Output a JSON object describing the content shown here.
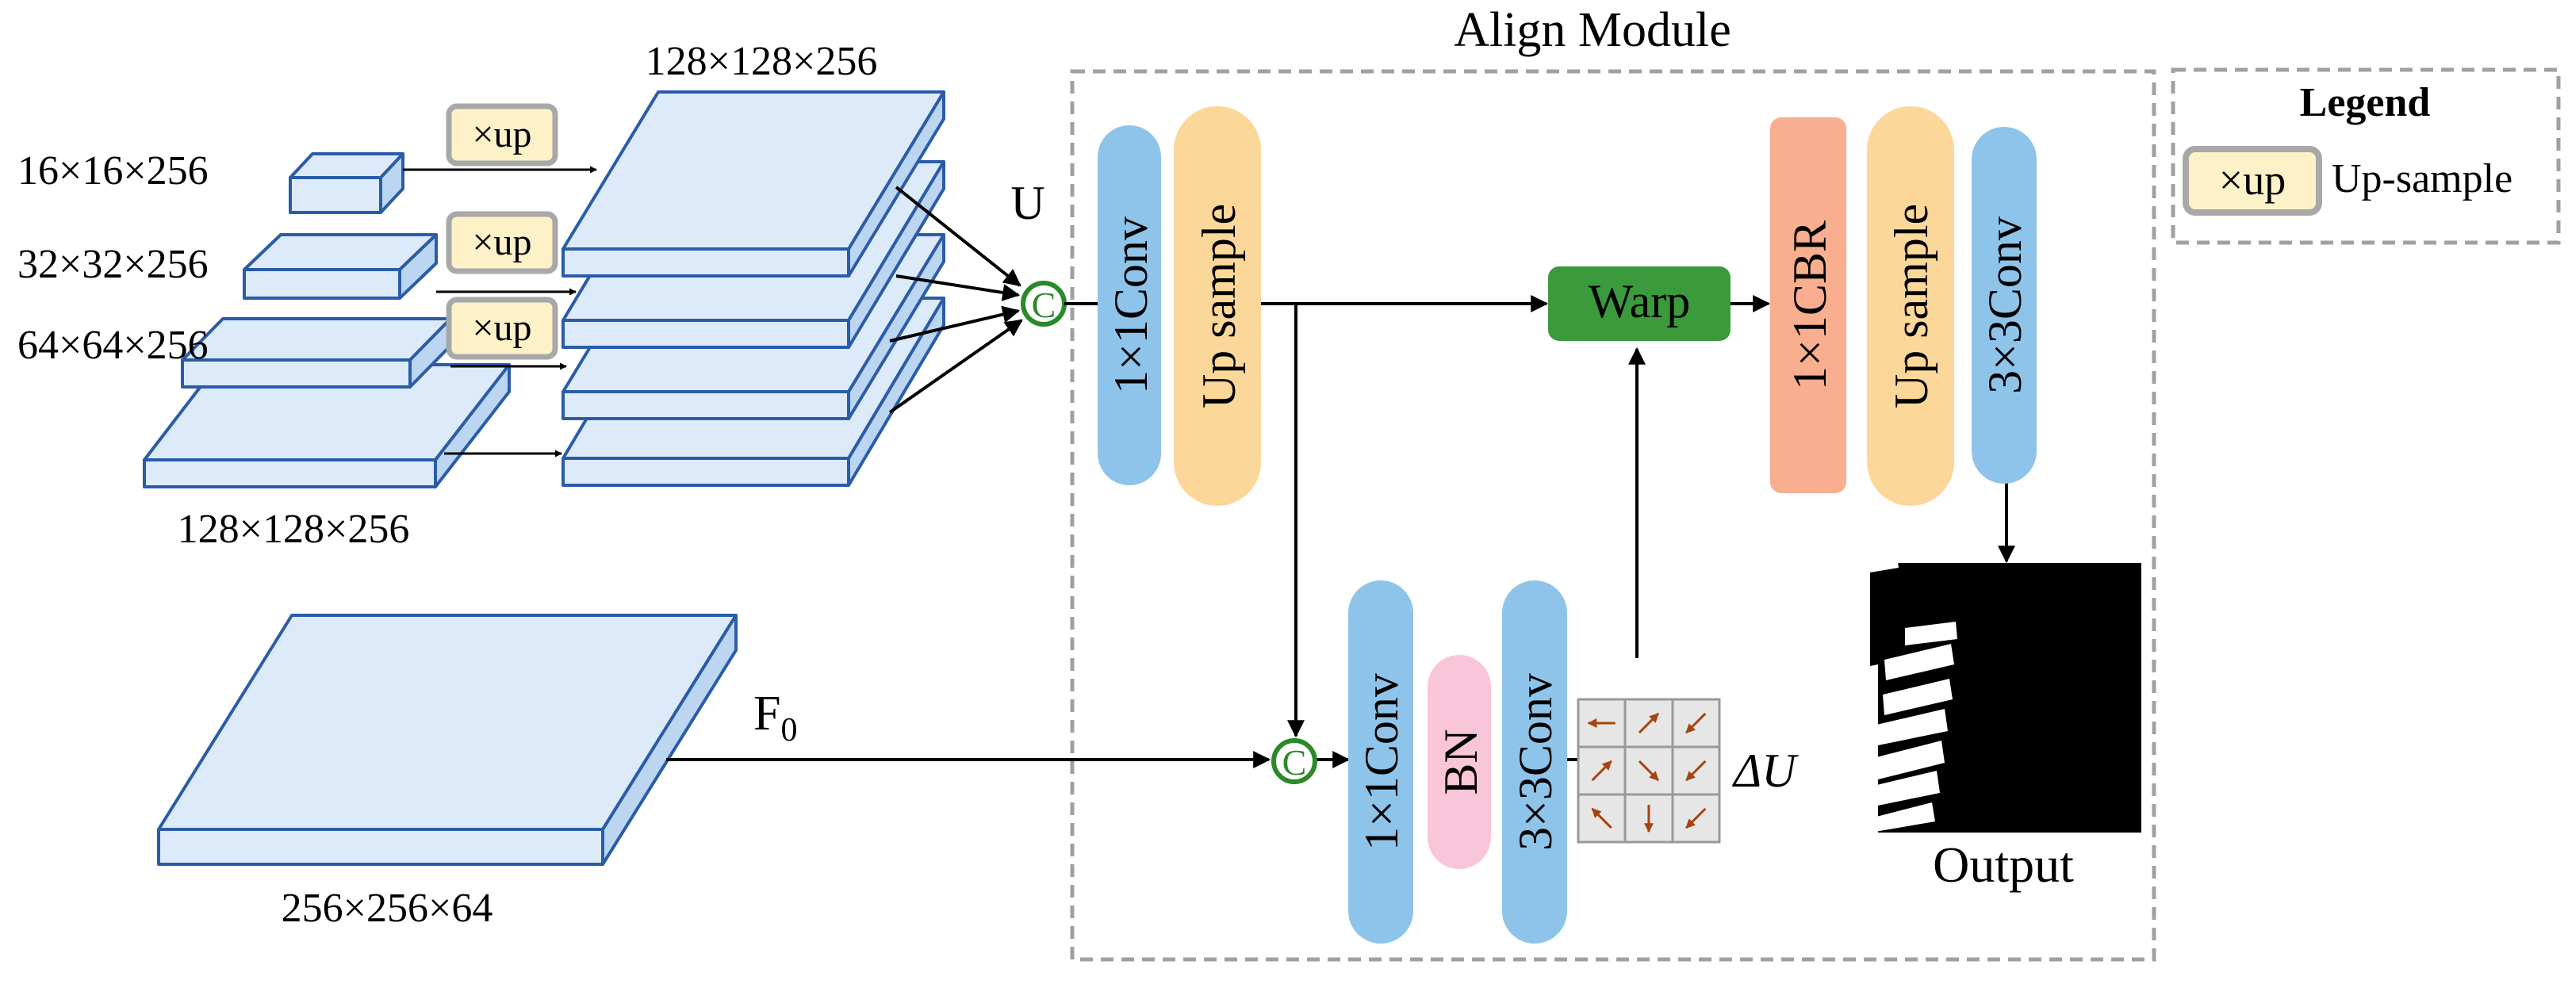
{
  "module": {
    "title": "Align Module"
  },
  "legend": {
    "title": "Legend",
    "badge": "×up",
    "label": "Up-sample"
  },
  "upsample_badge": "×up",
  "features": {
    "top_size": "128×128×256",
    "f16": "16×16×256",
    "f32": "32×32×256",
    "f64": "64×64×256",
    "f128": "128×128×256",
    "u_label": "U",
    "f0_label": "F",
    "f0_sub": "0",
    "f0_size": "256×256×64"
  },
  "concat_symbol": "C",
  "blocks": {
    "conv1x1_top": "1×1Conv",
    "upsample_top": "Up sample",
    "warp": "Warp",
    "cbr": "1×1CBR",
    "upsample_right": "Up sample",
    "conv3x3_right": "3×3Conv",
    "conv1x1_bottom": "1×1Conv",
    "bn": "BN",
    "conv3x3_bottom": "3×3Conv"
  },
  "flow": {
    "label": "ΔU",
    "arrows": [
      "←",
      "↗",
      "↙",
      "↗",
      "↘",
      "↙",
      "↖",
      "↓",
      "↙"
    ]
  },
  "output": {
    "label": "Output"
  },
  "colors": {
    "slab_fill": "#dceafa",
    "slab_side": "#bcd6f2",
    "slab_stroke": "#2a5ca8",
    "blue_block": "#8ec4ea",
    "orange_block": "#fcd79a",
    "salmon_block": "#f9ae8f",
    "pink_block": "#f8c6d8",
    "warp_green": "#3b9a3b",
    "concat_green": "#2a8a2a",
    "badge_fill": "#fdf1c8",
    "badge_stroke": "#a8a8a8",
    "flow_arrow": "#a64410"
  }
}
